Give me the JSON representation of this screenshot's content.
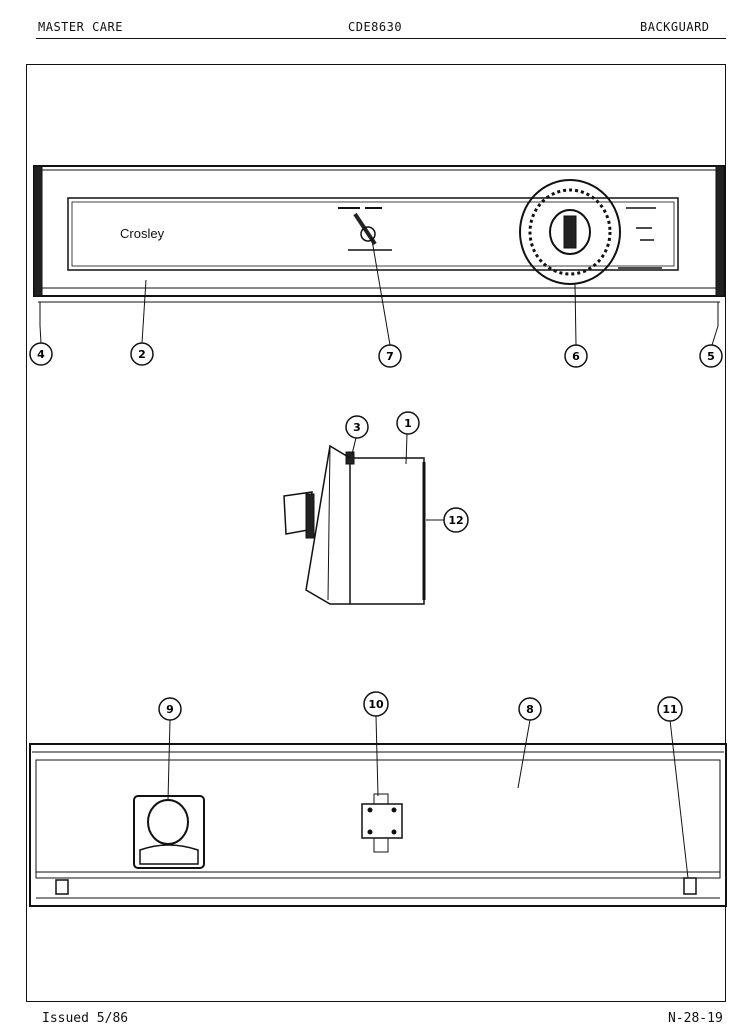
{
  "header": {
    "left": "MASTER CARE",
    "center": "CDE8630",
    "right": "BACKGUARD"
  },
  "footer": {
    "left": "Issued 5/86",
    "right": "N-28-19"
  },
  "diagram": {
    "brand": "Crosley",
    "callouts": [
      "4",
      "2",
      "7",
      "6",
      "5",
      "3",
      "1",
      "12",
      "9",
      "10",
      "8",
      "11"
    ]
  }
}
